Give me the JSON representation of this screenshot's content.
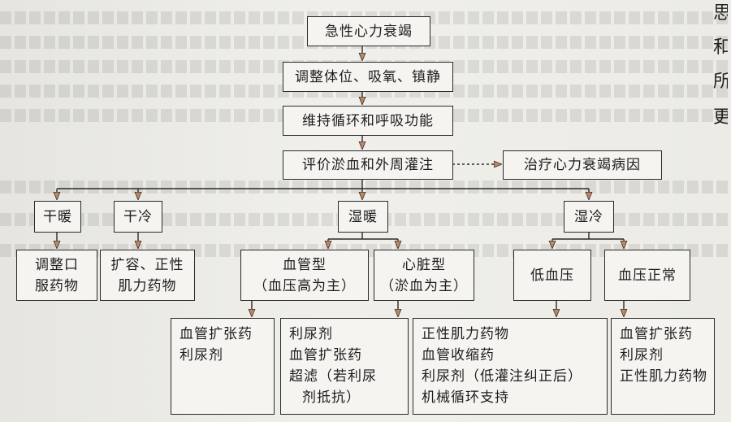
{
  "nodes": {
    "acute_hf": "急性心力衰竭",
    "adjust": "调整体位、吸氧、镇静",
    "maintain": "维持循环和呼吸功能",
    "assess": "评价淤血和外周灌注",
    "treat_cause": "治疗心力衰竭病因",
    "dry_warm": "干暖",
    "dry_cold": "干冷",
    "wet_warm": "湿暖",
    "wet_cold": "湿冷",
    "dry_warm_tx": [
      "调整口",
      "服药物"
    ],
    "dry_cold_tx": [
      "扩容、正性",
      "肌力药物"
    ],
    "vascular_type": [
      "血管型",
      "（血压高为主）"
    ],
    "cardiac_type": [
      "心脏型",
      "（淤血为主）"
    ],
    "low_bp": "低血压",
    "normal_bp": "血压正常",
    "vascular_tx": [
      "血管扩张药",
      "利尿剂"
    ],
    "cardiac_tx": [
      "利尿剂",
      "血管扩张药",
      "超滤（若利尿",
      "剂抵抗）"
    ],
    "low_bp_tx": [
      "正性肌力药物",
      "血管收缩药",
      "利尿剂（低灌注纠正后）",
      "机械循环支持"
    ],
    "normal_bp_tx": [
      "血管扩张药",
      "利尿剂",
      "正性肌力药物"
    ]
  },
  "edge_text": [
    "思",
    "和",
    "所",
    "更",
    "",
    "",
    "",
    "",
    ""
  ],
  "colors": {
    "line": "#2a2a2a",
    "arrow_head": "#b98a6a",
    "box_border": "#2a2a2a"
  }
}
